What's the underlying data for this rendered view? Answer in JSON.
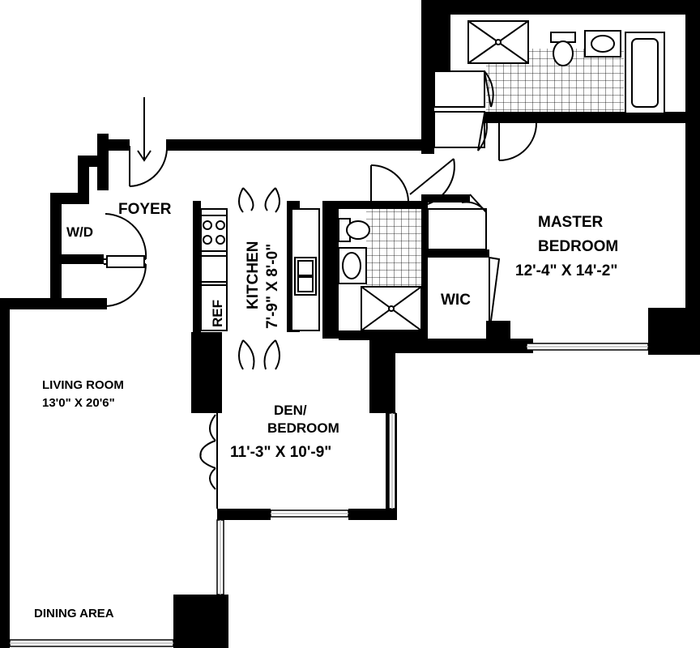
{
  "rooms": {
    "foyer": {
      "name": "FOYER"
    },
    "wd": {
      "name": "W/D"
    },
    "kitchen": {
      "name": "KITCHEN",
      "dims": "7'-9\" X 8'-0\""
    },
    "ref": {
      "name": "REF"
    },
    "master": {
      "name_line1": "MASTER",
      "name_line2": "BEDROOM",
      "dims": "12'-4\" X 14'-2\""
    },
    "wic": {
      "name": "WIC"
    },
    "living": {
      "name": "LIVING ROOM",
      "dims": "13'0\" X 20'6\""
    },
    "den": {
      "name_line1": "DEN/",
      "name_line2": "BEDROOM",
      "dims": "11'-3\" X 10'-9\""
    },
    "dining": {
      "name": "DINING AREA"
    }
  },
  "colors": {
    "wall": "#000000",
    "background": "#ffffff",
    "fixture_stroke": "#000000",
    "window_glass": "#bfbfbf"
  },
  "icons": [
    "entry-arrow-icon",
    "door-swing-icon",
    "shower-icon",
    "toilet-icon",
    "sink-icon",
    "bathtub-icon",
    "stove-icon",
    "closet-shelf-icon"
  ]
}
